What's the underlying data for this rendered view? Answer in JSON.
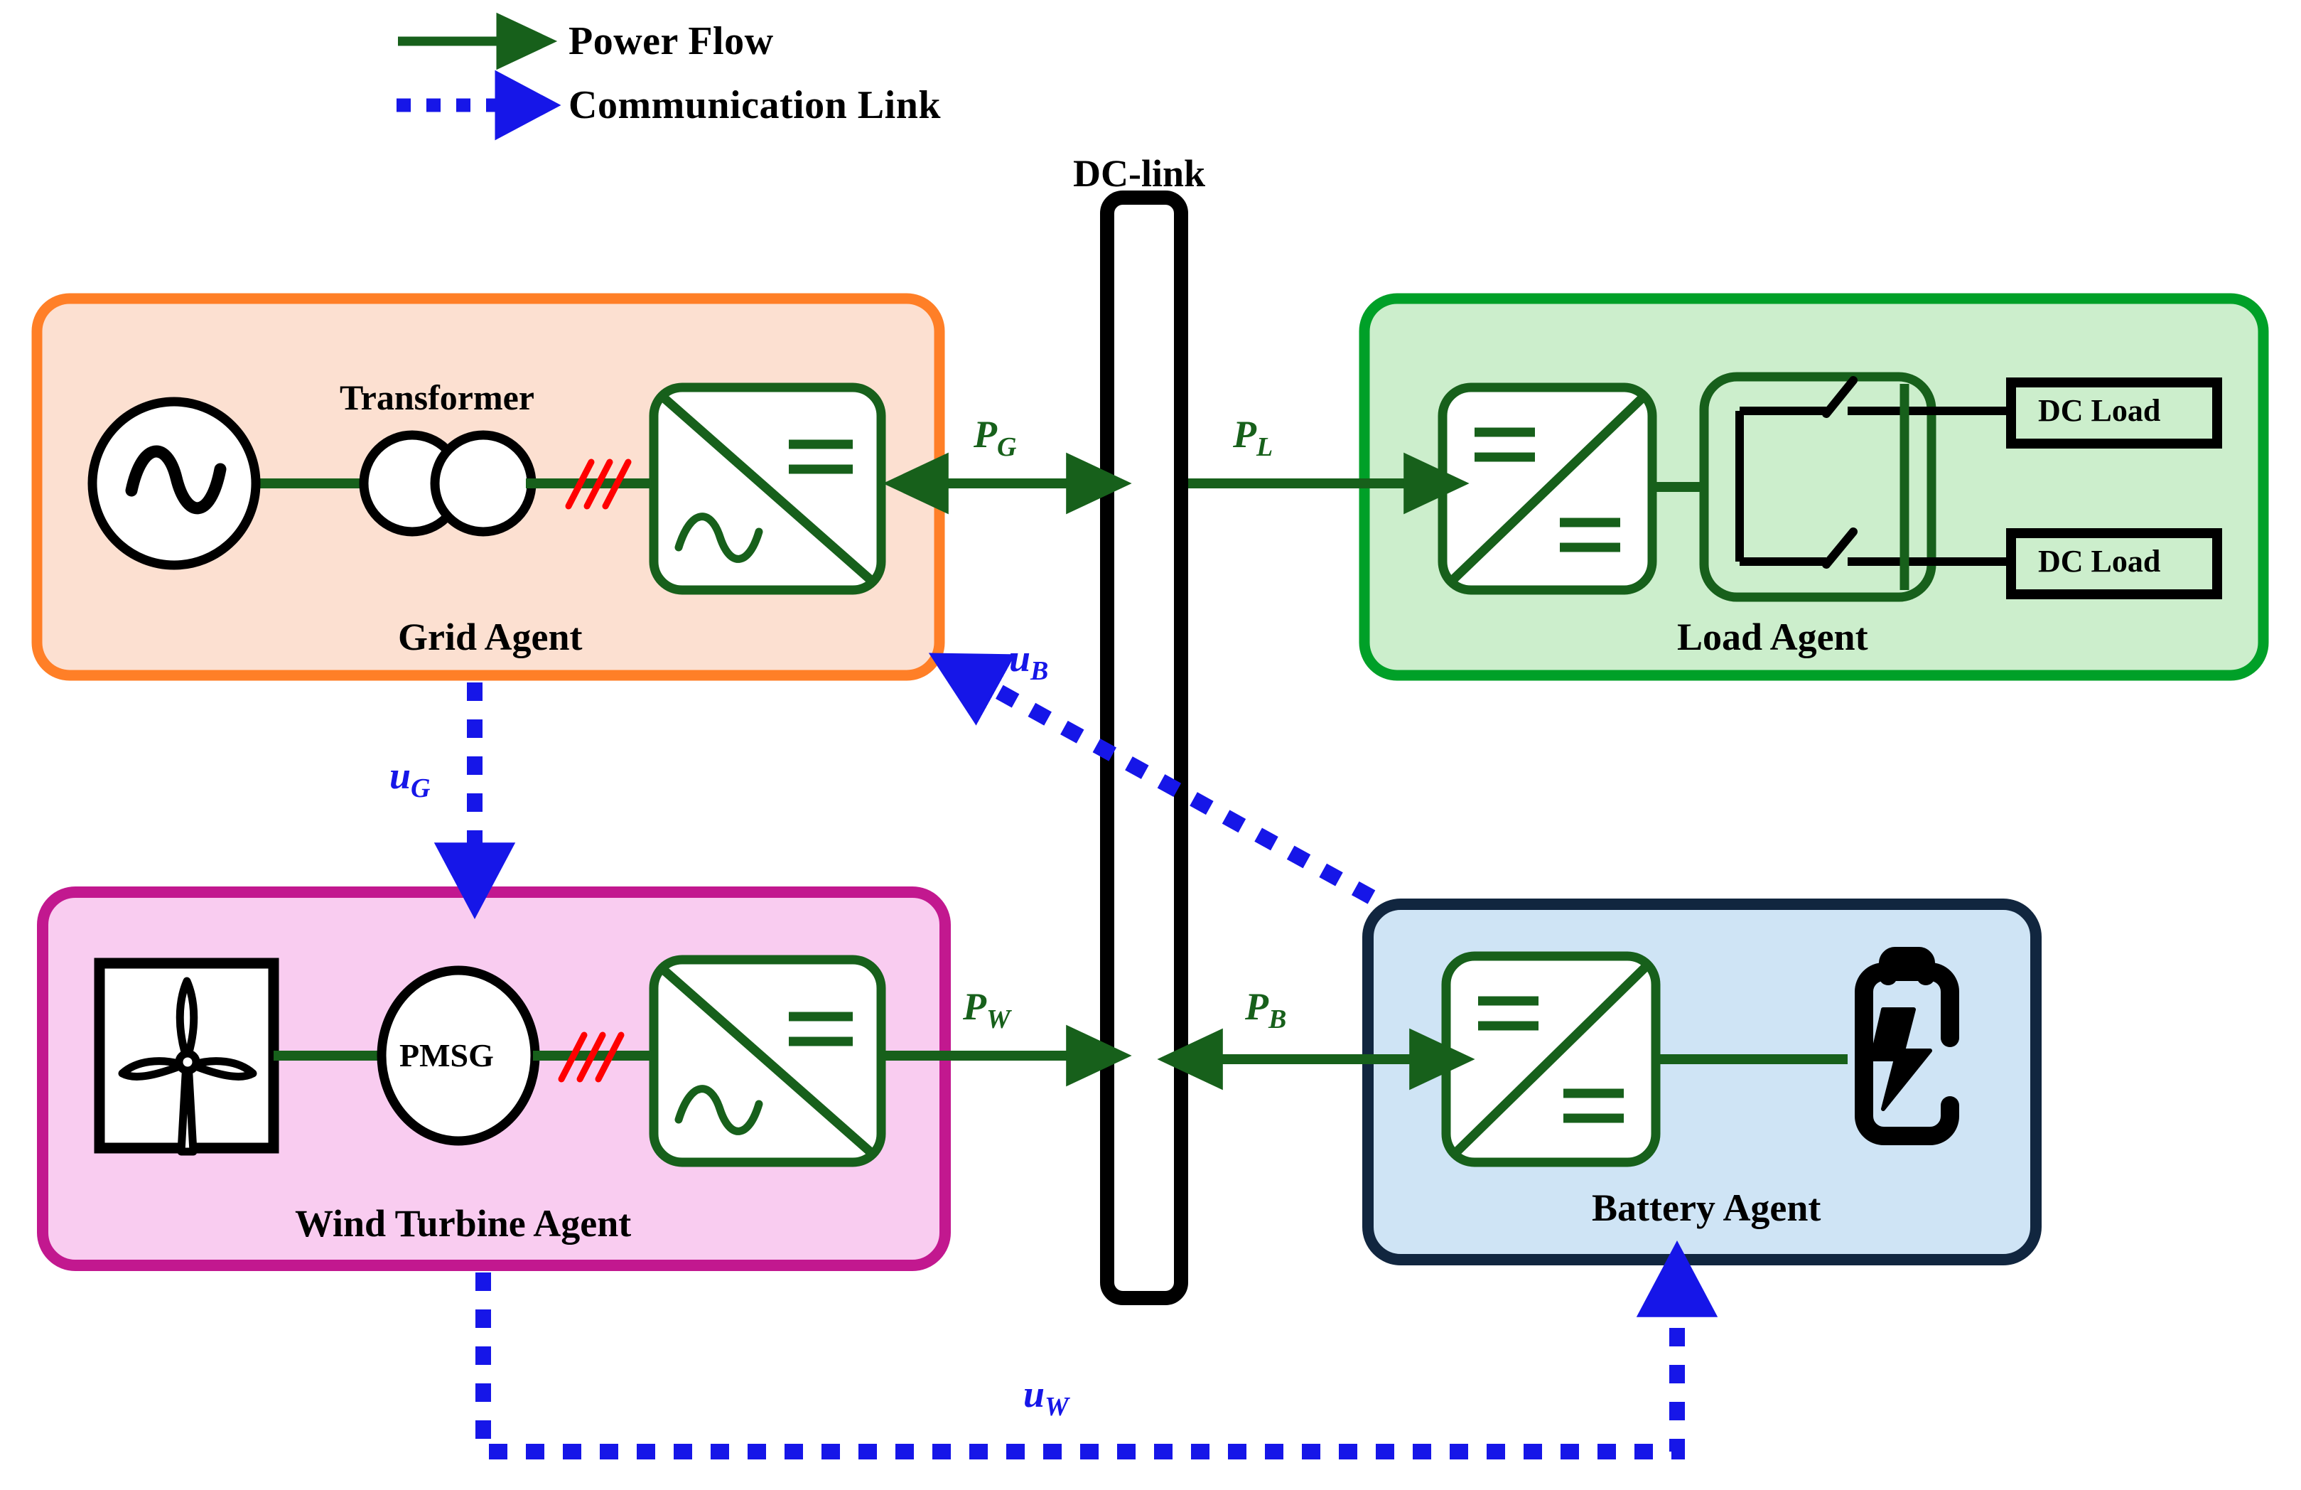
{
  "figure": {
    "type": "microgrid-architecture-diagram",
    "title_visible": false
  },
  "legend": {
    "items": [
      {
        "label": "Power Flow",
        "style": "solid-arrow",
        "color": "#17601B",
        "icon": "arrow-right-icon"
      },
      {
        "label": "Communication Link",
        "style": "dotted-arrow",
        "color": "#1616E8",
        "icon": "dotted-arrow-right-icon"
      }
    ]
  },
  "dc_link": {
    "label": "DC-link",
    "color": "#000000",
    "fill": "#FFFFFF"
  },
  "agents": {
    "grid": {
      "name": "Grid Agent",
      "border_color": "#FF7F27",
      "fill_color": "#FCE0D1",
      "components": [
        {
          "type": "ac-source",
          "label": ""
        },
        {
          "type": "transformer",
          "label": "Transformer"
        },
        {
          "type": "three-phase-marker",
          "label": "///"
        },
        {
          "type": "converter",
          "label": "AC/DC",
          "top_symbol": "=",
          "bottom_symbol": "~"
        }
      ]
    },
    "load": {
      "name": "Load Agent",
      "border_color": "#00A028",
      "fill_color": "#CCEECC",
      "components": [
        {
          "type": "converter",
          "label": "DC/DC",
          "top_symbol": "=",
          "bottom_symbol": "="
        },
        {
          "type": "switch-box",
          "label": ""
        },
        {
          "type": "load",
          "label": "DC Load"
        },
        {
          "type": "load",
          "label": "DC Load"
        }
      ]
    },
    "wind": {
      "name": "Wind Turbine Agent",
      "border_color": "#C2188F",
      "fill_color": "#F9CCF0",
      "components": [
        {
          "type": "wind-turbine",
          "label": ""
        },
        {
          "type": "generator",
          "label": "PMSG"
        },
        {
          "type": "three-phase-marker",
          "label": "///"
        },
        {
          "type": "converter",
          "label": "AC/DC",
          "top_symbol": "=",
          "bottom_symbol": "~"
        }
      ]
    },
    "battery": {
      "name": "Battery Agent",
      "border_color": "#11263F",
      "fill_color": "#CFE4F5",
      "components": [
        {
          "type": "converter",
          "label": "DC/DC",
          "top_symbol": "=",
          "bottom_symbol": "="
        },
        {
          "type": "battery",
          "label": ""
        }
      ]
    }
  },
  "power_flows": [
    {
      "id": "PG",
      "symbol": "P",
      "subscript": "G",
      "from": "grid",
      "to": "dc_link",
      "bidirectional": true,
      "color": "#17601B"
    },
    {
      "id": "PL",
      "symbol": "P",
      "subscript": "L",
      "from": "dc_link",
      "to": "load",
      "bidirectional": false,
      "color": "#17601B"
    },
    {
      "id": "PW",
      "symbol": "P",
      "subscript": "W",
      "from": "wind",
      "to": "dc_link",
      "bidirectional": false,
      "color": "#17601B"
    },
    {
      "id": "PB",
      "symbol": "P",
      "subscript": "B",
      "from": "dc_link",
      "to": "battery",
      "bidirectional": true,
      "color": "#17601B"
    }
  ],
  "comm_links": [
    {
      "id": "uG",
      "symbol": "u",
      "subscript": "G",
      "from": "grid",
      "to": "wind",
      "color": "#1616E8"
    },
    {
      "id": "uB",
      "symbol": "u",
      "subscript": "B",
      "from": "battery",
      "to": "grid",
      "color": "#1616E8"
    },
    {
      "id": "uW",
      "symbol": "u",
      "subscript": "W",
      "from": "wind",
      "to": "battery",
      "color": "#1616E8"
    }
  ],
  "colors": {
    "power_green": "#17601B",
    "comm_blue": "#1616E8",
    "phase_red": "#FF0000",
    "black": "#000000",
    "white": "#FFFFFF"
  }
}
